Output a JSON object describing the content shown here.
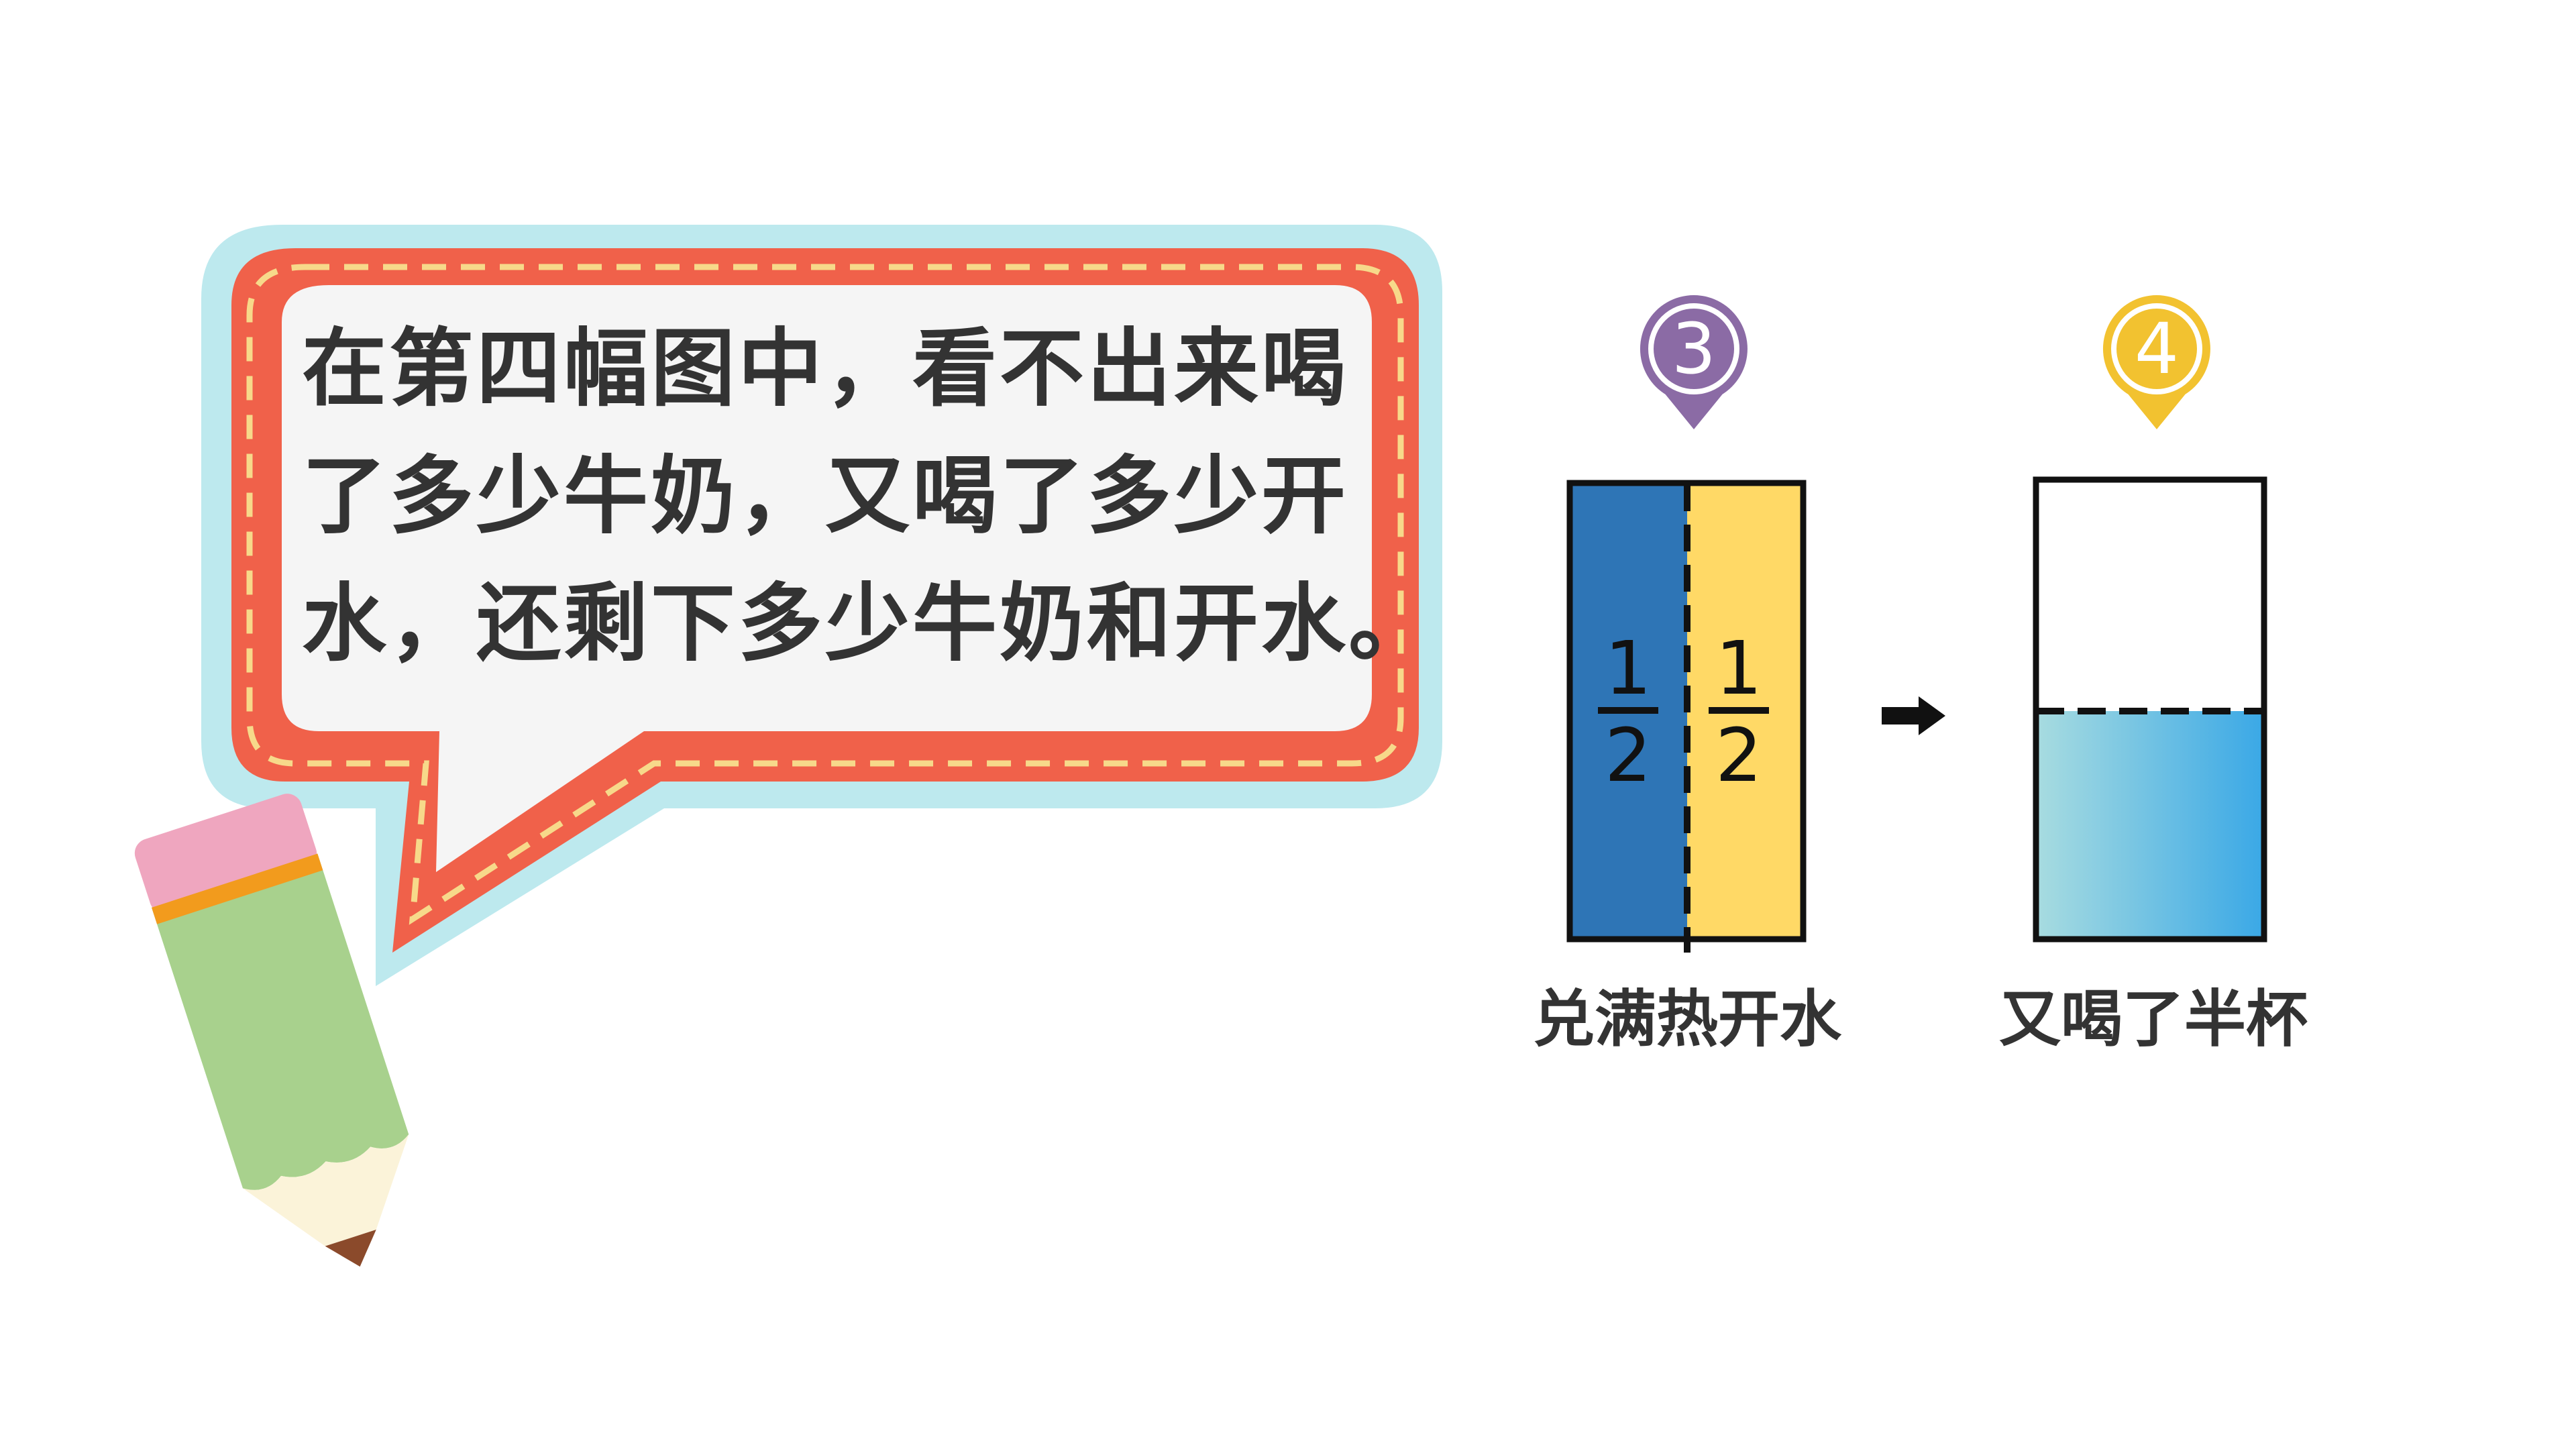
{
  "bubble": {
    "lines": [
      "在第四幅图中，看不出来喝",
      "了多少牛奶，又喝了多少开",
      "水，还剩下多少牛奶和开水。"
    ]
  },
  "steps": [
    {
      "marker": "3",
      "marker_color": "#8B6BA5",
      "caption": "兑满热开水",
      "left_fraction": {
        "numerator": "1",
        "denominator": "2"
      },
      "right_fraction": {
        "numerator": "1",
        "denominator": "2"
      },
      "left_color": "#2E75B6",
      "right_color": "#FFD966"
    },
    {
      "marker": "4",
      "marker_color": "#F2C230",
      "caption": "又喝了半杯",
      "fill_level": 0.5,
      "fill_color_start": "#A8DCE0",
      "fill_color_end": "#3AA8E6"
    }
  ],
  "colors": {
    "bubble_outer": "#BDE9EE",
    "bubble_border": "#F0614A",
    "bubble_fill": "#F5F5F5",
    "stitch": "#F7D98A",
    "text": "#333333"
  },
  "arrow_icon": "right-arrow-icon",
  "pencil_icon": "pencil-icon"
}
